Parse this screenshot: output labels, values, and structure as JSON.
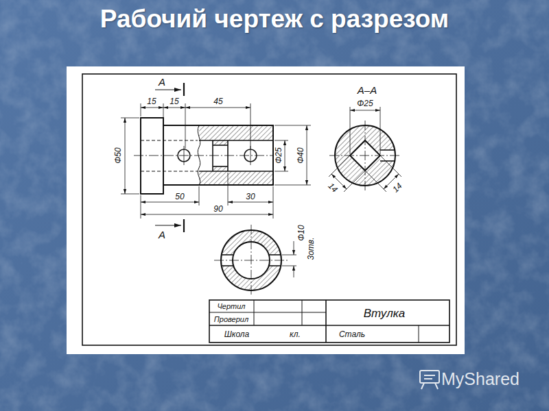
{
  "diagram": {
    "title": "Рабочий чертеж с разрезом",
    "labels": [
      "A",
      "15",
      "15",
      "45",
      "Φ50",
      "Φ25",
      "Φ40",
      "50",
      "30",
      "90",
      "A",
      "А–А",
      "Φ25",
      "14",
      "14",
      "Φ10",
      "3отв.",
      "Чертил",
      "Проверил",
      "Втулка",
      "Школа",
      "кл.",
      "Сталь",
      "MyShared"
    ]
  }
}
